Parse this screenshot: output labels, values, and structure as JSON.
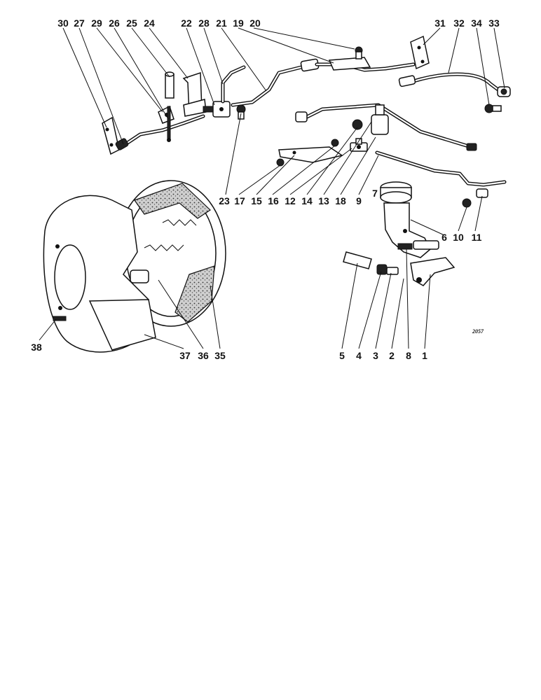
{
  "labels": {
    "l30": "30",
    "l27": "27",
    "l29": "29",
    "l26": "26",
    "l25": "25",
    "l24": "24",
    "l22": "22",
    "l28": "28",
    "l21": "21",
    "l19": "19",
    "l20": "20",
    "l31": "31",
    "l32": "32",
    "l34": "34",
    "l33": "33",
    "l23": "23",
    "l17": "17",
    "l15": "15",
    "l16": "16",
    "l12": "12",
    "l14": "14",
    "l13": "13",
    "l18": "18",
    "l9": "9",
    "l7": "7",
    "l6": "6",
    "l10": "10",
    "l11": "11",
    "l38": "38",
    "l37": "37",
    "l36": "36",
    "l35": "35",
    "l5": "5",
    "l4": "4",
    "l3": "3",
    "l2": "2",
    "l8": "8",
    "l1": "1"
  },
  "reference_number": "2057"
}
